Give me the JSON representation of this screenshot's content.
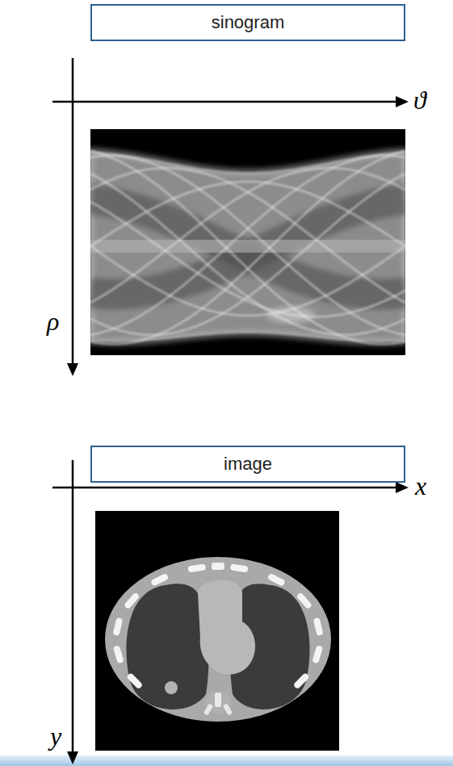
{
  "diagram": {
    "nodes": [
      {
        "text": [
          "sinogram"
        ]
      },
      {
        "text": [
          "image"
        ]
      }
    ],
    "labels": [
      "ϑ",
      "ρ",
      "x",
      "y"
    ]
  }
}
